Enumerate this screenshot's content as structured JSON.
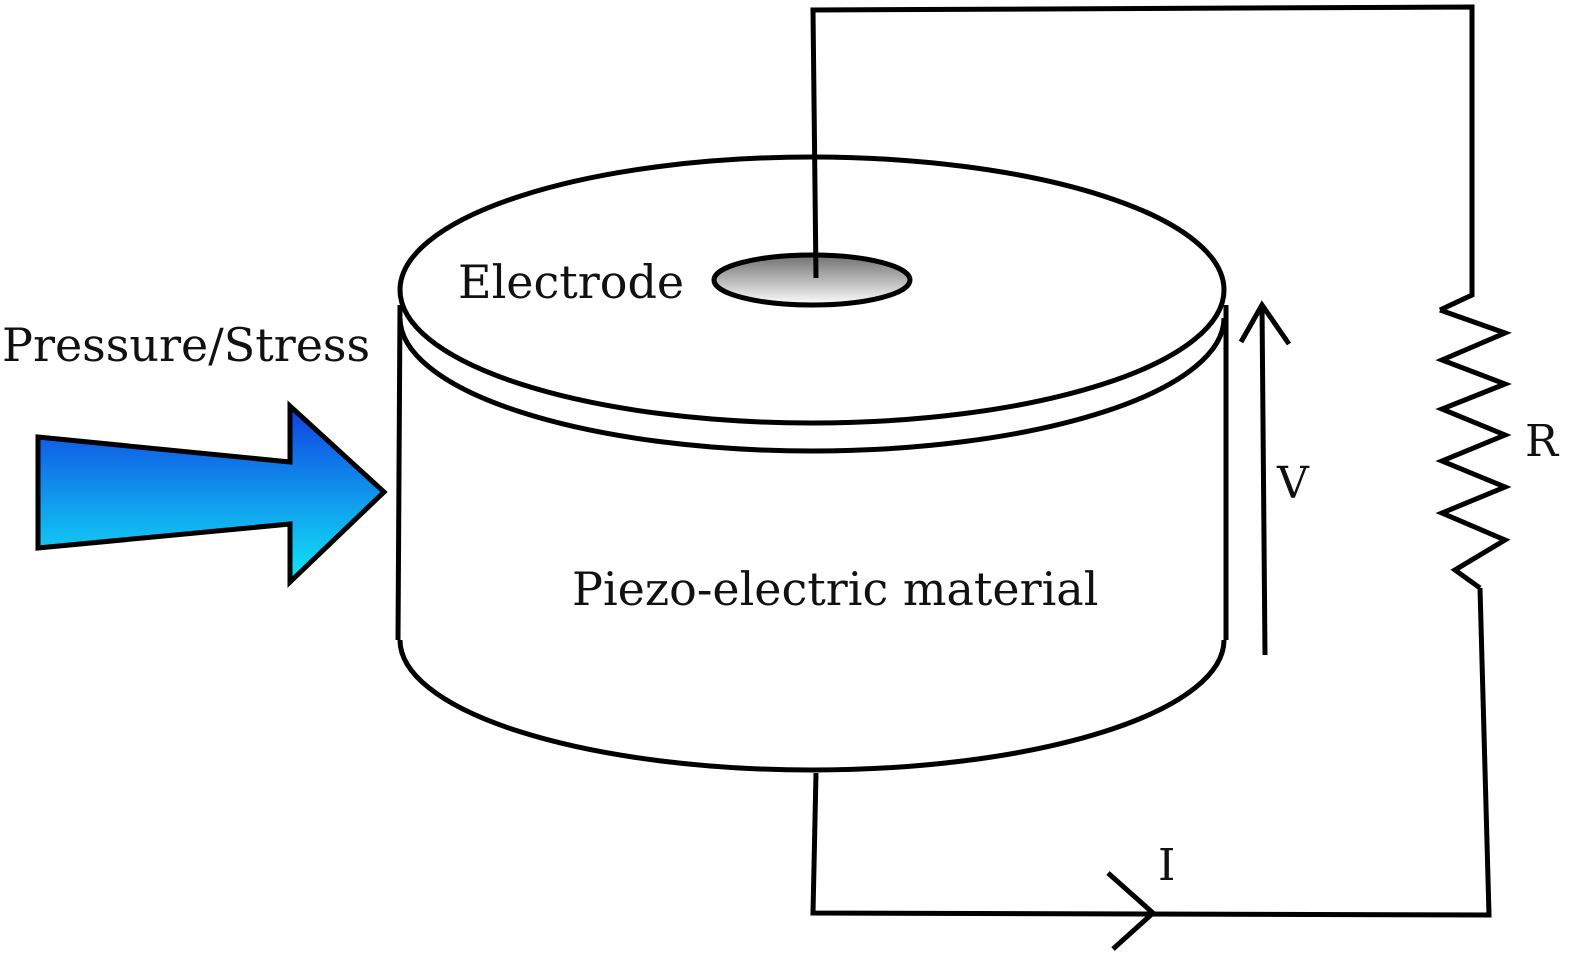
{
  "labels": {
    "pressure": "Pressure/Stress",
    "electrode": "Electrode",
    "material": "Piezo-electric material",
    "voltage": "V",
    "resistor": "R",
    "current": "I"
  },
  "colors": {
    "arrow_top": "#1040e0",
    "arrow_bottom": "#10e8f8",
    "electrode_dark": "#707070",
    "electrode_light": "#ffffff",
    "stroke": "#000000"
  }
}
